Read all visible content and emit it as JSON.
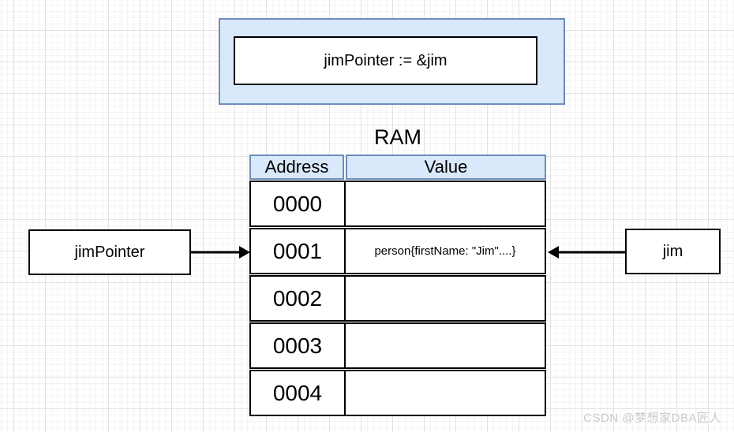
{
  "colors": {
    "light_blue_fill": "#dae8fc",
    "blue_stroke": "#6c8ebf",
    "black_stroke": "#000000",
    "grid_major": "#e2e2e2",
    "grid_minor": "#f4f4f4",
    "watermark_gray": "#c9c9c9"
  },
  "code_box": {
    "label": "jimPointer := &jim"
  },
  "ram": {
    "title": "RAM",
    "columns": [
      "Address",
      "Value"
    ],
    "rows": [
      {
        "address": "0000",
        "value": ""
      },
      {
        "address": "0001",
        "value": "person{firstName: \"Jim\"....}"
      },
      {
        "address": "0002",
        "value": ""
      },
      {
        "address": "0003",
        "value": ""
      },
      {
        "address": "0004",
        "value": ""
      }
    ]
  },
  "pointer_box": {
    "label": "jimPointer"
  },
  "variable_box": {
    "label": "jim"
  },
  "watermark": {
    "text": "CSDN @梦想家DBA匠人"
  }
}
